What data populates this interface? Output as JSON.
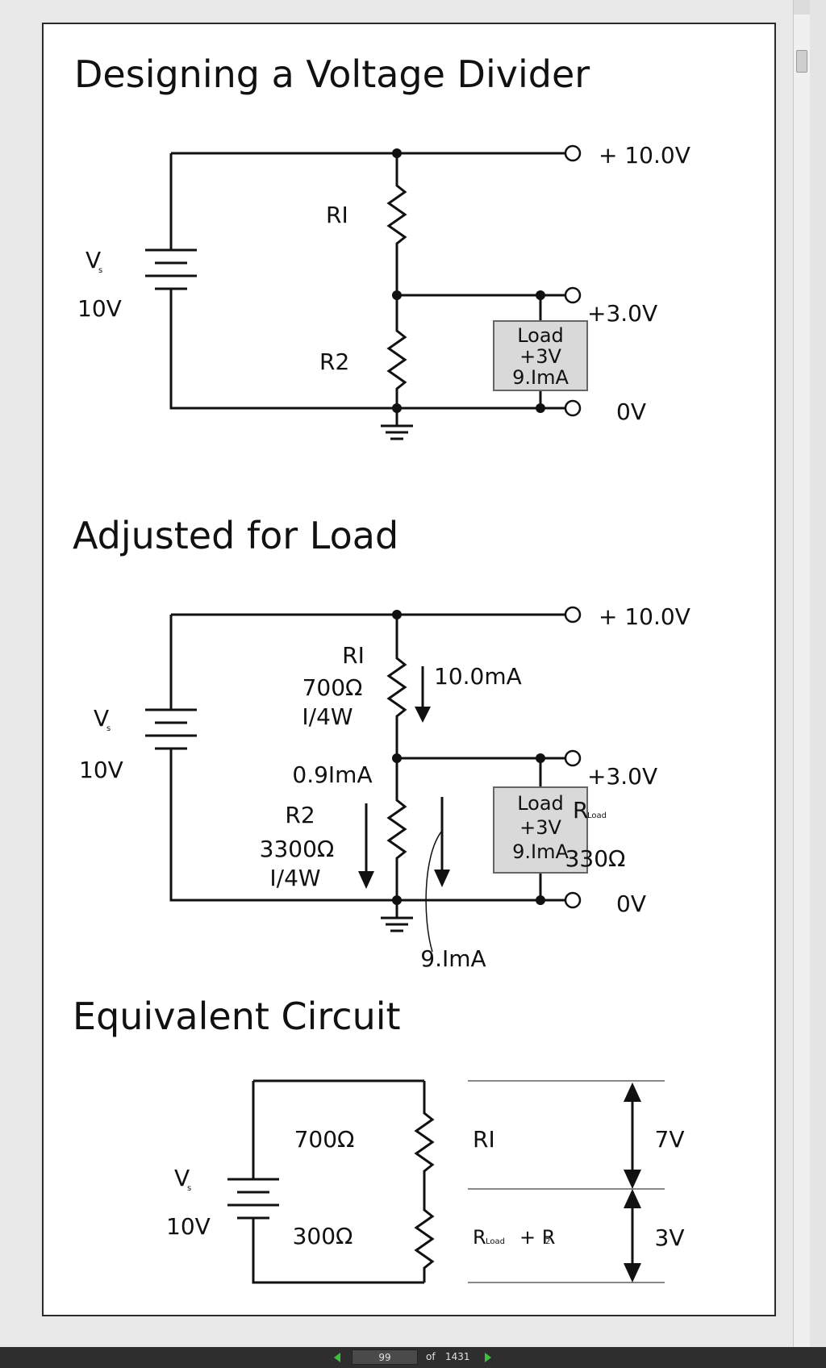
{
  "section1": {
    "title": "Designing a Voltage Divider",
    "source_v": "V",
    "source_v_sub": "s",
    "source_value": "10V",
    "r1": "RI",
    "r2": "R2",
    "out_top": "+ 10.0V",
    "out_mid": "+3.0V",
    "out_bot": "0V",
    "load_line1": "Load",
    "load_line2": "+3V",
    "load_line3": "9.ImA"
  },
  "section2": {
    "title": "Adjusted for Load",
    "source_v": "V",
    "source_v_sub": "s",
    "source_value": "10V",
    "r1": "RI",
    "r1_value": "700Ω",
    "r1_power": "I/4W",
    "i_r1": "10.0mA",
    "i_r2": "0.9ImA",
    "r2": "R2",
    "r2_value": "3300Ω",
    "r2_power": "I/4W",
    "out_top": "+ 10.0V",
    "out_mid": "+3.0V",
    "out_bot": "0V",
    "rload": "R",
    "rload_sub": "Load",
    "rload_value": "330Ω",
    "load_line1": "Load",
    "load_line2": "+3V",
    "load_line3": "9.ImA",
    "i_load": "9.ImA"
  },
  "section3": {
    "title": "Equivalent Circuit",
    "source_v": "V",
    "source_v_sub": "s",
    "source_value": "10V",
    "r_top_value": "700Ω",
    "r_top_name": "RI",
    "r_bot_value": "300Ω",
    "r_bot_name_a": "R",
    "r_bot_name_a_sub": "Load",
    "r_bot_name_b": "+ R",
    "r_bot_name_b_sub": "2",
    "v_top": "7V",
    "v_bot": "3V"
  },
  "footer": {
    "current_page": "99",
    "of_label": "of",
    "total_pages": "1431"
  }
}
